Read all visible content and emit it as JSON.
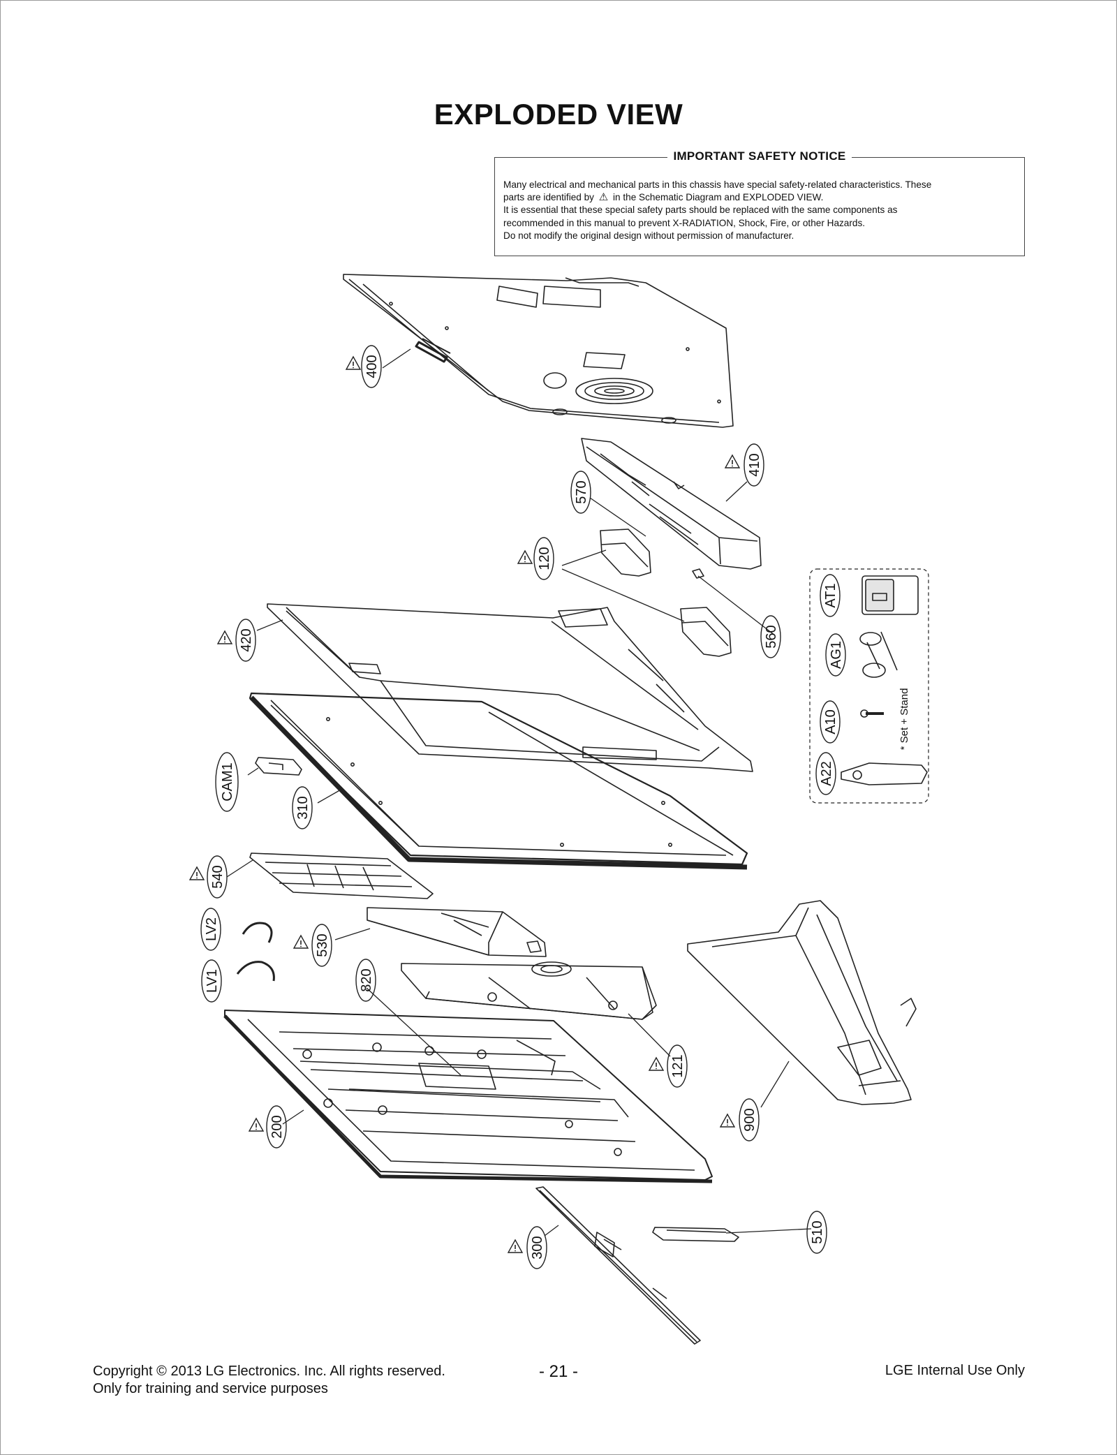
{
  "page": {
    "title": "EXPLODED VIEW"
  },
  "notice": {
    "title": "IMPORTANT SAFETY NOTICE",
    "line1": "Many electrical and mechanical parts in this chassis have special safety-related characteristics. These",
    "line2_before": "parts are identified by",
    "line2_after": "in the Schematic Diagram and EXPLODED VIEW.",
    "line3": "It is essential that these special safety parts should be replaced with the same components as",
    "line4": "recommended in this manual to prevent X-RADIATION, Shock, Fire, or other Hazards.",
    "line5": "Do not modify the original design without permission of manufacturer."
  },
  "parts": {
    "p400": "400",
    "p410": "410",
    "p570": "570",
    "p120": "120",
    "p560": "560",
    "p420": "420",
    "pCAM1": "CAM1",
    "p310": "310",
    "p540": "540",
    "pLV2": "LV2",
    "p530": "530",
    "pLV1": "LV1",
    "p820": "820",
    "p121": "121",
    "p200": "200",
    "p900": "900",
    "p300": "300",
    "p510": "510",
    "pAT1": "AT1",
    "pAG1": "AG1",
    "pA10": "A10",
    "pA22": "A22"
  },
  "accessories": {
    "note": "* Set + Stand"
  },
  "footer": {
    "copyright": "Copyright  © 2013 LG Electronics. Inc. All rights reserved.",
    "purpose": "Only for training and service purposes",
    "page_number": "- 21 -",
    "internal": "LGE Internal Use Only"
  }
}
